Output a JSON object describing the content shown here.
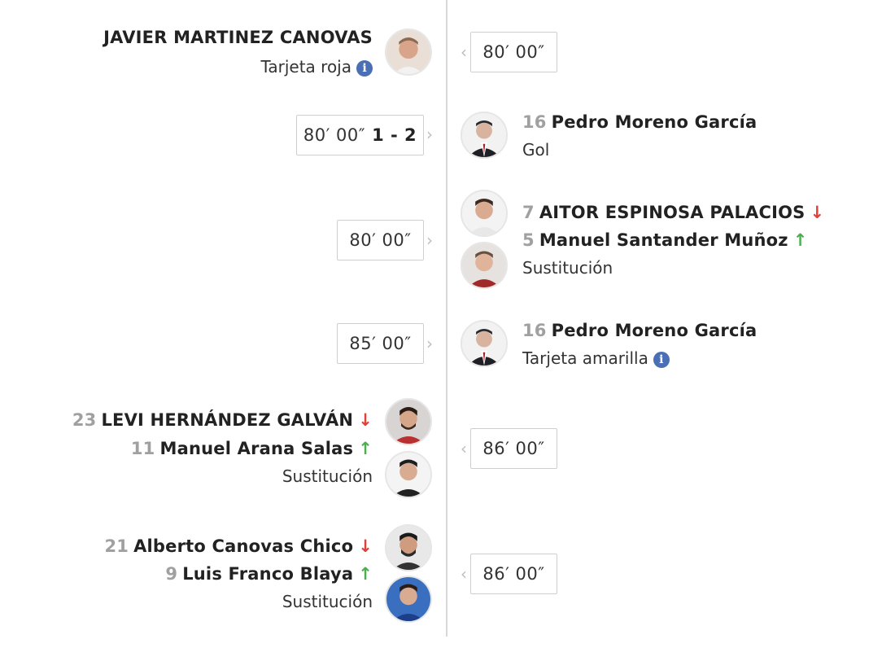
{
  "events": {
    "e1": {
      "player": "JAVIER MARTINEZ CANOVAS",
      "type": "Tarjeta roja",
      "time": "80′ 00″"
    },
    "e2": {
      "number": "16",
      "player": "Pedro Moreno García",
      "type": "Gol",
      "time": "80′ 00″",
      "score": "1 - 2"
    },
    "e3": {
      "out_number": "7",
      "out_player": "AITOR ESPINOSA PALACIOS",
      "in_number": "5",
      "in_player": "Manuel Santander Muñoz",
      "type": "Sustitución",
      "time": "80′ 00″"
    },
    "e4": {
      "number": "16",
      "player": "Pedro Moreno García",
      "type": "Tarjeta amarilla",
      "time": "85′ 00″"
    },
    "e5": {
      "out_number": "23",
      "out_player": "LEVI HERNÁNDEZ GALVÁN",
      "in_number": "11",
      "in_player": "Manuel Arana Salas",
      "type": "Sustitución",
      "time": "86′ 00″"
    },
    "e6": {
      "out_number": "21",
      "out_player": "Alberto Canovas Chico",
      "in_number": "9",
      "in_player": "Luis Franco Blaya",
      "type": "Sustitución",
      "time": "86′ 00″"
    }
  },
  "icons": {
    "info": "info-icon",
    "sub_out": "arrow-down-icon",
    "sub_in": "arrow-up-icon",
    "chevron": "chevron-icon"
  },
  "colors": {
    "sub_out": "#e0403a",
    "sub_in": "#4bb04b",
    "info": "#4a6fb5",
    "number": "#a0a0a0"
  }
}
